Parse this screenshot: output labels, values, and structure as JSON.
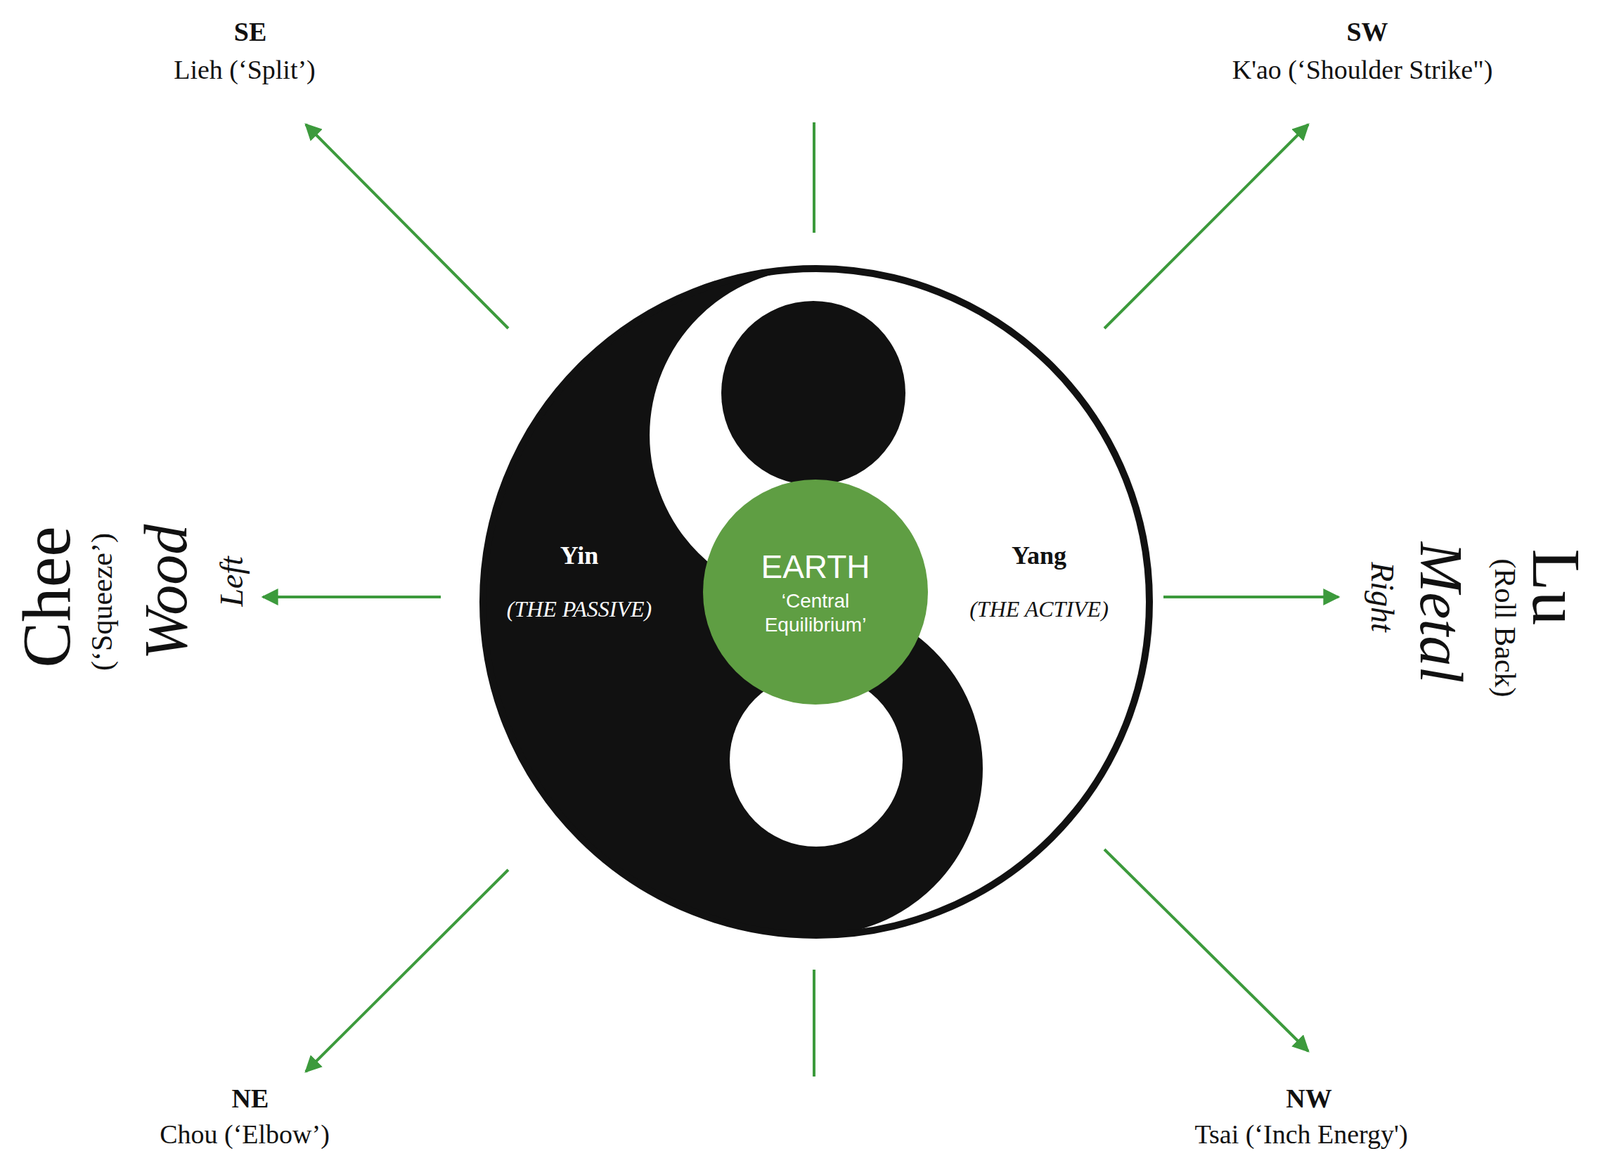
{
  "diagram": {
    "nodes": [
      {
        "text": [
          "Yin",
          "(THE PASSIVE)",
          "Yang",
          "(THE ACTIVE)"
        ]
      },
      {
        "text": [
          "EARTH",
          "‘Central Equilibrium’"
        ],
        "in": 0
      }
    ],
    "labels": [
      "SE",
      "Lieh (‘Split’)",
      "SW",
      "K'ao (‘Shoulder Strike\")",
      "Chee",
      "(‘Squeeze’)",
      "Wood",
      "Left",
      "Lu",
      "(Roll Back)",
      "Metal",
      "Right",
      "NE",
      "Chou (‘Elbow’)",
      "NW",
      "Tsai (‘Inch Energy')"
    ]
  }
}
